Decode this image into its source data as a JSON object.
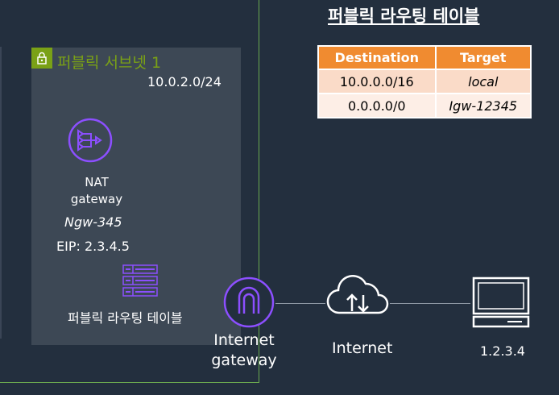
{
  "subnet": {
    "title": "퍼블릭 서브넷 1",
    "cidr": "10.0.2.0/24",
    "nat": {
      "label_line1": "NAT",
      "label_line2": "gateway",
      "id": "Ngw-345",
      "eip": "EIP: 2.3.4.5"
    },
    "route_table_label": "퍼블릭 라우팅 테이블"
  },
  "igw": {
    "label_line1": "Internet",
    "label_line2": "gateway"
  },
  "internet": {
    "label": "Internet"
  },
  "client": {
    "label": "1.2.3.4"
  },
  "route_table": {
    "title": "퍼블릭 라우팅 테이블",
    "headers": [
      "Destination",
      "Target"
    ],
    "rows": [
      {
        "destination": "10.0.0.0/16",
        "target": "local"
      },
      {
        "destination": "0.0.0.0/0",
        "target": "Igw-12345"
      }
    ]
  },
  "colors": {
    "background": "#232f3e",
    "subnet": "#3d4855",
    "subnet_accent": "#7aa116",
    "nat_icon": "#8c4fff",
    "table_header": "#f08b30"
  },
  "icons": [
    "lock-icon",
    "nat-gateway-icon",
    "route-table-icon",
    "internet-gateway-icon",
    "cloud-icon",
    "client-computer-icon"
  ]
}
